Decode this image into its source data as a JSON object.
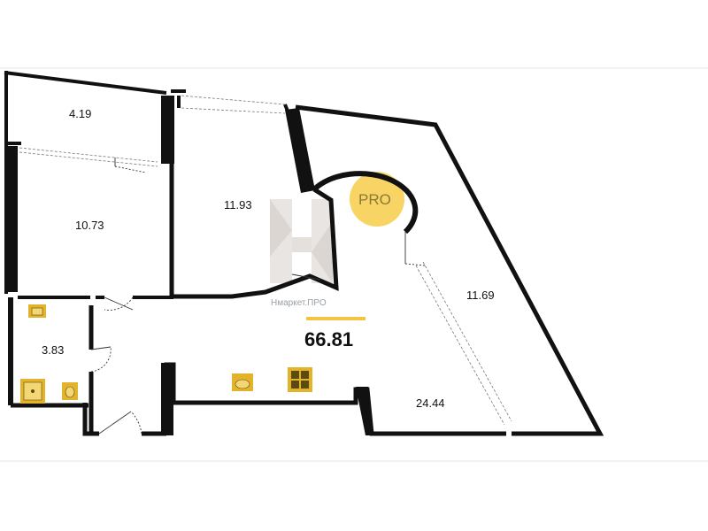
{
  "rooms": {
    "storage": {
      "area": "4.19"
    },
    "bedroom": {
      "area": "10.73"
    },
    "room_middle": {
      "area": "11.93"
    },
    "bathroom": {
      "area": "3.83"
    },
    "loggia": {
      "area": "11.69"
    },
    "kitchen_living": {
      "area": "24.44"
    }
  },
  "total_area": "66.81",
  "watermark": {
    "letter": "H",
    "text": "Нмаркет.ПРО"
  },
  "badge": {
    "text": "PRO"
  },
  "colors": {
    "wall": "#111111",
    "fixture": "#e3b32b",
    "badge": "#f6cd48",
    "accent_line": "#f3c542",
    "watermark": "#c9c2bb"
  },
  "icons": [
    "sink-icon",
    "bathtub-icon",
    "toilet-icon",
    "stove-icon",
    "door-swing-icon",
    "window-icon"
  ]
}
